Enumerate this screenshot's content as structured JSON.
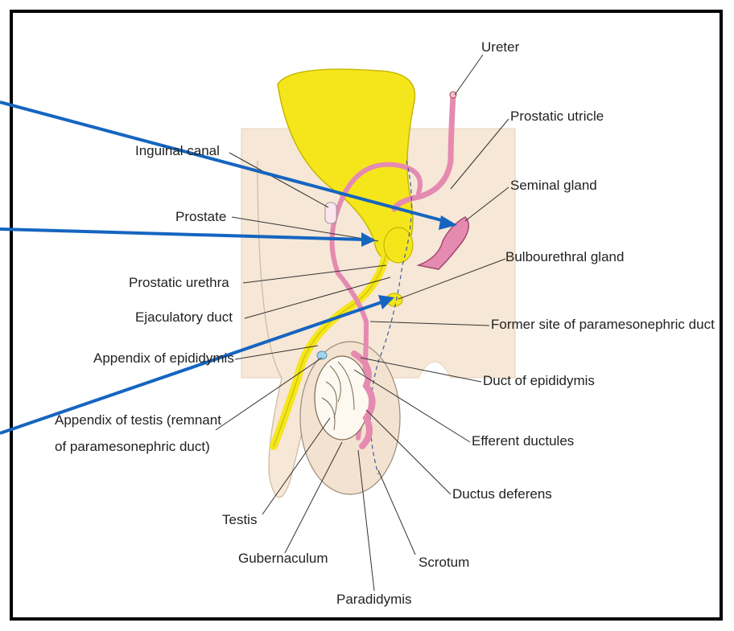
{
  "labels": {
    "ureter": "Ureter",
    "prostatic_utricle": "Prostatic utricle",
    "inguinal_canal": "Inguinal canal",
    "seminal_gland": "Seminal gland",
    "prostate": "Prostate",
    "bulbourethral_gland": "Bulbourethral gland",
    "prostatic_urethra": "Prostatic urethra",
    "ejaculatory_duct": "Ejaculatory duct",
    "former_site": "Former site of paramesonephric duct",
    "appendix_epididymis": "Appendix of epididymis",
    "duct_epididymis": "Duct of epididymis",
    "appendix_testis_1": "Appendix of testis (remnant",
    "appendix_testis_2": "of paramesonephric duct)",
    "efferent_ductules": "Efferent ductules",
    "ductus_deferens": "Ductus deferens",
    "testis": "Testis",
    "gubernaculum": "Gubernaculum",
    "scrotum": "Scrotum",
    "paradidymis": "Paradidymis"
  },
  "colors": {
    "body_skin": "#f6e7d6",
    "yellow_organ": "#f5e61c",
    "pink_duct": "#e58ab0",
    "arrow": "#1565c0",
    "frame": "#000000"
  }
}
